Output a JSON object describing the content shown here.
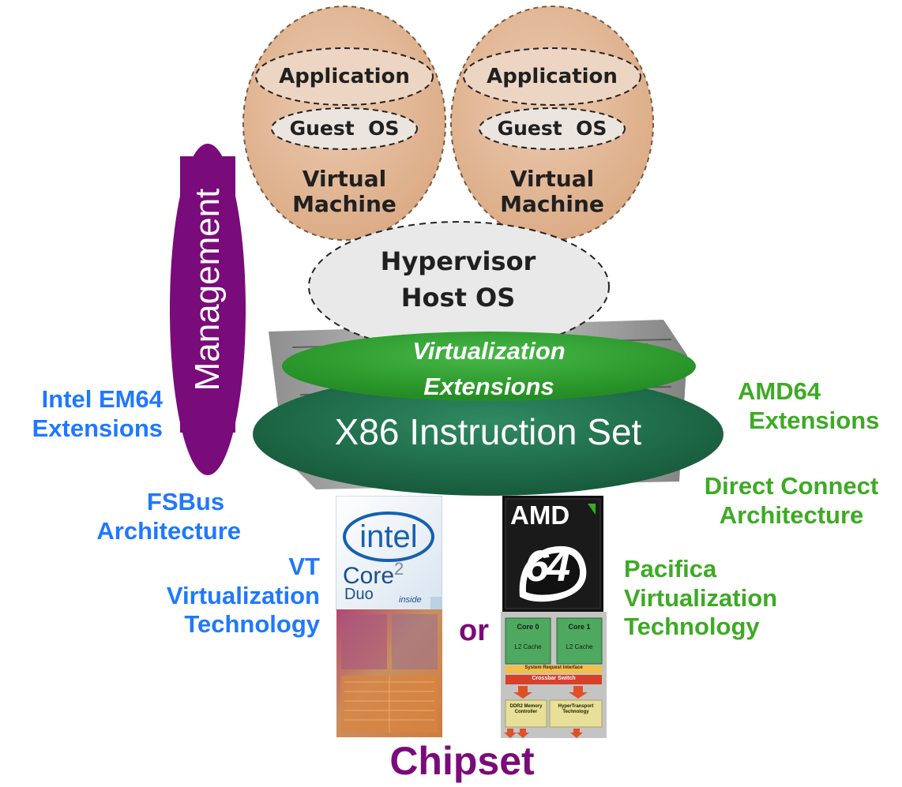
{
  "vm_left": {
    "app_label": "Application",
    "guest_label": "Guest  OS",
    "vm_label_1": "Virtual",
    "vm_label_2": "Machine"
  },
  "vm_right": {
    "app_label": "Application",
    "guest_label": "Guest  OS",
    "vm_label_1": "Virtual",
    "vm_label_2": "Machine"
  },
  "hypervisor": {
    "line1": "Hypervisor",
    "line2": "Host OS"
  },
  "management": {
    "label": "Management"
  },
  "extensions": {
    "line1": "Virtualization",
    "line2": "Extensions"
  },
  "instruction_set": {
    "label": "X86 Instruction Set"
  },
  "intel": {
    "em64_line1": "Intel EM64",
    "em64_line2": "Extensions",
    "fsbus_line1": "FSBus",
    "fsbus_line2": "Architecture",
    "vt_line1": "VT",
    "vt_line2": "Virtualization",
    "vt_line3": "Technology",
    "logo_word": "intel",
    "logo_core": "Core",
    "logo_core_num": "2",
    "logo_duo": "Duo",
    "logo_inside": "inside"
  },
  "amd": {
    "ext_line1": "AMD64",
    "ext_line2": "Extensions",
    "dc_line1": "Direct Connect",
    "dc_line2": "Architecture",
    "pacifica_line1": "Pacifica",
    "pacifica_line2": "Virtualization",
    "pacifica_line3": "Technology",
    "logo_word": "AMD",
    "logo_num": "64",
    "die_core0": "Core 0",
    "die_core1": "Core 1",
    "die_l2_0": "L2 Cache",
    "die_l2_1": "L2 Cache",
    "die_sri": "System Request Interface",
    "die_xbar": "Crossbar Switch",
    "die_ddr": "DDR2 Memory Controller",
    "die_ht": "HyperTransport Technology"
  },
  "or_label": "or",
  "chipset_label": "Chipset",
  "colors": {
    "vm_fill": "#e4b897",
    "extension_green": "#2e9a2e",
    "instruction_green": "#1f6e4c",
    "management_purple": "#7a0b7a",
    "intel_blue": "#1f78ff",
    "amd_green": "#3daa24"
  }
}
